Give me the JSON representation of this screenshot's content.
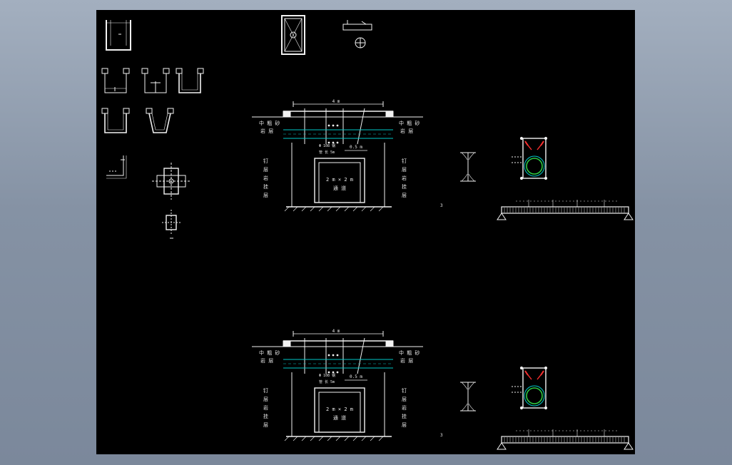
{
  "viewer": {
    "background_color": "#8a97a8",
    "canvas_color": "#000000"
  },
  "palette": {
    "line": "#f2f2f2",
    "cyan": "#00c8c8",
    "green": "#2ecc40",
    "red": "#ff3030",
    "text": "#e8e8e8"
  },
  "sections": [
    {
      "dim_top": "4 m",
      "label_left": [
        "中 粗 砂",
        "岩 层"
      ],
      "label_right": [
        "中 粗 砂",
        "岩 层"
      ],
      "dim_mid": "0.5 m",
      "pipe_note": [
        "Φ 108 钢",
        "管 长 5m"
      ],
      "tunnel_label": [
        "2 m × 2 m",
        "通 道"
      ],
      "wall_left": [
        "钉",
        "层",
        "岩",
        "挂",
        "层"
      ],
      "wall_right": [
        "钉",
        "层",
        "岩",
        "挂",
        "层"
      ],
      "side_marker": "3"
    },
    {
      "dim_top": "4 m",
      "label_left": [
        "中 粗 砂",
        "岩 层"
      ],
      "label_right": [
        "中 粗 砂",
        "岩 层"
      ],
      "dim_mid": "0.5 m",
      "pipe_note": [
        "Φ 108 钢",
        "管 长 5m"
      ],
      "tunnel_label": [
        "2 m × 2 m",
        "通 道"
      ],
      "wall_left": [
        "钉",
        "层",
        "岩",
        "挂",
        "层"
      ],
      "wall_right": [
        "钉",
        "层",
        "岩",
        "挂",
        "层"
      ],
      "side_marker": "3"
    }
  ]
}
